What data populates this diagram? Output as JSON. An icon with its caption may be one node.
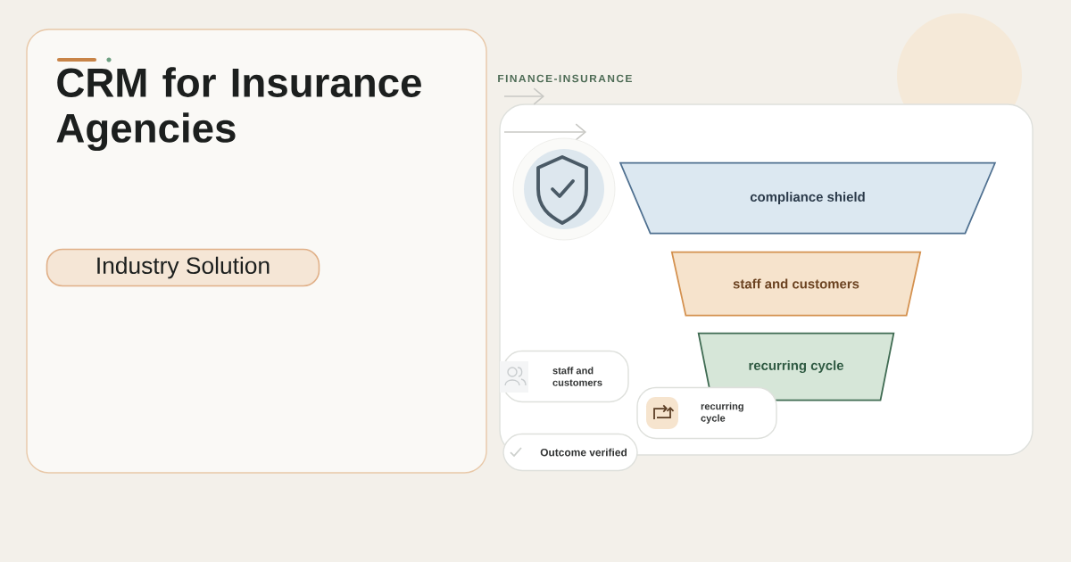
{
  "diagram": {
    "title": "CRM for Insurance Agencies",
    "nodes": [
      {
        "text": [
          "Industry Solution"
        ]
      },
      {
        "text": [
          "compliance shield"
        ]
      },
      {
        "text": [
          "staff and customers"
        ]
      },
      {
        "text": [
          "recurring cycle"
        ]
      },
      {
        "text": [
          "staff and customers"
        ]
      },
      {
        "text": [
          "recurring cycle"
        ]
      },
      {
        "text": [
          "Outcome verified"
        ]
      }
    ],
    "labels": [
      "FINANCE-INSURANCE"
    ]
  }
}
